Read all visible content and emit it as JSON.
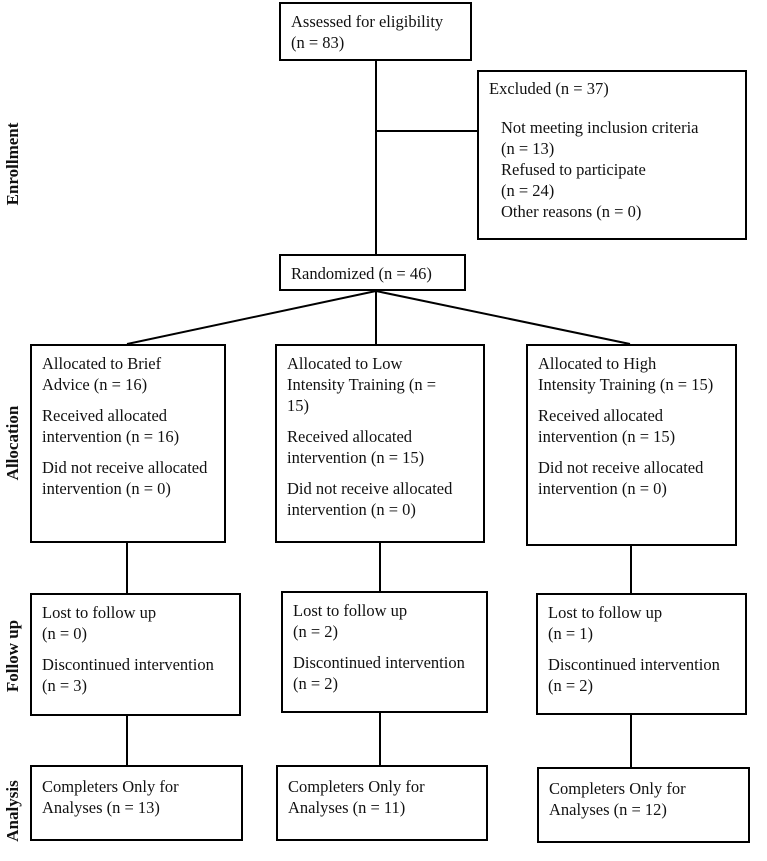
{
  "stages": {
    "enrollment": "Enrollment",
    "allocation": "Allocation",
    "follow_up": "Follow up",
    "analysis": "Analysis"
  },
  "assessed": {
    "line1": "Assessed for eligibility",
    "line2": " (n = 83)"
  },
  "excluded": {
    "title": "Excluded (n = 37)",
    "line1": "Not meeting inclusion criteria",
    "line2": " (n = 13)",
    "line3": "Refused to participate",
    "line4": " (n = 24)",
    "line5": "Other reasons (n = 0)"
  },
  "randomized": "Randomized (n = 46)",
  "allocation": [
    {
      "alloc": "Allocated to Brief\nAdvice (n = 16)",
      "received": "Received allocated\nintervention (n = 16)",
      "not_received": "Did not receive allocated\nintervention (n = 0)"
    },
    {
      "alloc": "Allocated to Low\nIntensity Training (n =\n15)",
      "received": "Received allocated\nintervention (n = 15)",
      "not_received": "Did not receive allocated\nintervention (n = 0)"
    },
    {
      "alloc": "Allocated to High\nIntensity Training (n = 15)",
      "received": "Received allocated\nintervention (n = 15)",
      "not_received": "Did not receive allocated\nintervention (n = 0)"
    }
  ],
  "followup": [
    {
      "lost": "Lost to follow up\n(n = 0)",
      "discontinued": "Discontinued intervention\n(n = 3)"
    },
    {
      "lost": "Lost to follow up\n(n = 2)",
      "discontinued": "Discontinued intervention\n(n = 2)"
    },
    {
      "lost": "Lost to follow up\n(n = 1)",
      "discontinued": "Discontinued intervention\n(n = 2)"
    }
  ],
  "analysis": [
    {
      "text": "Completers Only for\nAnalyses (n = 13)"
    },
    {
      "text": "Completers Only for\nAnalyses (n = 11)"
    },
    {
      "text": "Completers Only for\nAnalyses (n = 12)"
    }
  ]
}
